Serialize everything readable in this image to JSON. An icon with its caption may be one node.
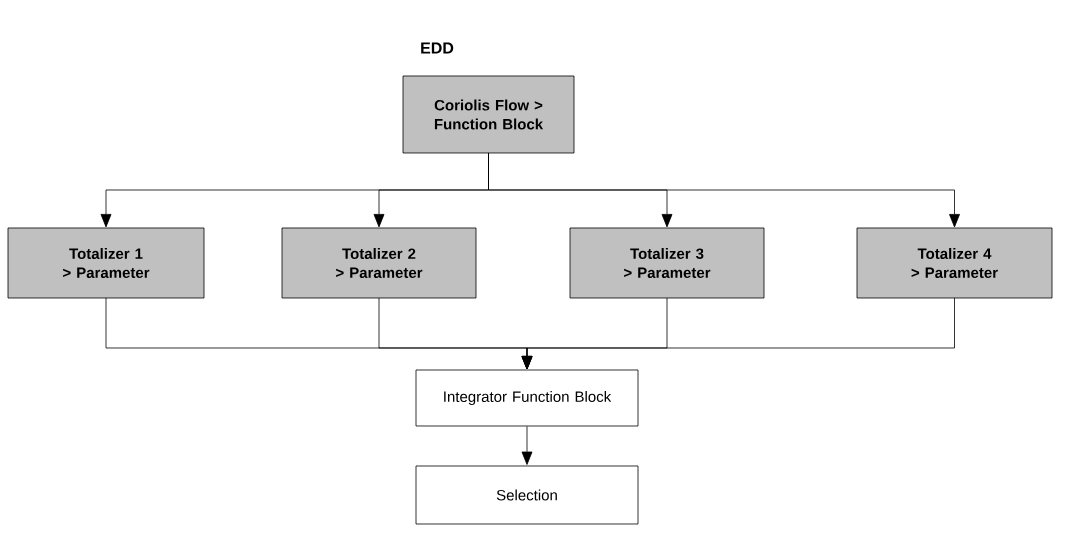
{
  "diagram": {
    "title": "EDD",
    "nodes": [
      {
        "text": [
          "Coriolis Flow > Function Block"
        ]
      },
      {
        "text": [
          "Totalizer 1 > Parameter"
        ]
      },
      {
        "text": [
          "Totalizer 2 > Parameter"
        ]
      },
      {
        "text": [
          "Totalizer 3 > Parameter"
        ]
      },
      {
        "text": [
          "Totalizer 4 > Parameter"
        ]
      },
      {
        "text": [
          "Integrator Function Block"
        ]
      },
      {
        "text": [
          "Selection"
        ]
      }
    ],
    "edges": [
      {
        "from": 0,
        "to": 1,
        "arrow": "to"
      },
      {
        "from": 0,
        "to": 2,
        "arrow": "to"
      },
      {
        "from": 0,
        "to": 3,
        "arrow": "to"
      },
      {
        "from": 0,
        "to": 4,
        "arrow": "to"
      },
      {
        "from": 1,
        "to": 5,
        "arrow": "to"
      },
      {
        "from": 2,
        "to": 5,
        "arrow": "to"
      },
      {
        "from": 3,
        "to": 5,
        "arrow": "to"
      },
      {
        "from": 4,
        "to": 5,
        "arrow": "to"
      },
      {
        "from": 5,
        "to": 6,
        "arrow": "to"
      }
    ]
  }
}
